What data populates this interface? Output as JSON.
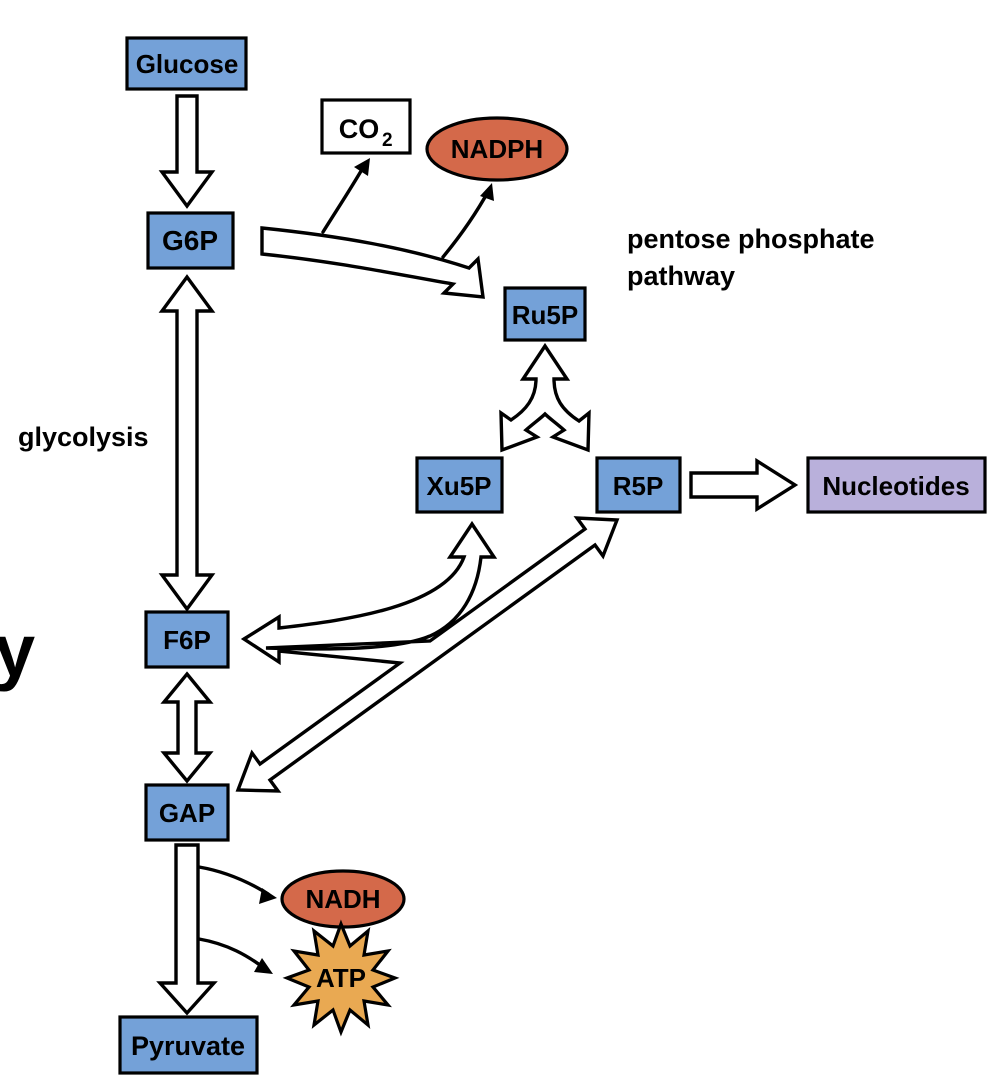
{
  "diagram": {
    "type": "metabolic-pathway",
    "pathway_labels": {
      "pentose_line1": "pentose phosphate",
      "pentose_line2": "pathway",
      "glycolysis": "glycolysis",
      "cropped_letter": "y"
    },
    "metabolites": {
      "glucose": "Glucose",
      "g6p": "G6P",
      "f6p": "F6P",
      "gap": "GAP",
      "pyruvate": "Pyruvate",
      "ru5p": "Ru5P",
      "xu5p": "Xu5P",
      "r5p": "R5P",
      "nucleotides": "Nucleotides",
      "co2_main": "CO",
      "co2_sub": "2",
      "nadph": "NADPH",
      "nadh": "NADH",
      "atp": "ATP"
    },
    "colors": {
      "metabolite_fill": "#74A1D8",
      "nucleotides_fill": "#B9B0DB",
      "cofactor_fill": "#D4694A",
      "atp_fill": "#E9A952",
      "co2_fill": "#FFFFFF",
      "outline": "#000000",
      "background": "#FFFFFF"
    }
  }
}
